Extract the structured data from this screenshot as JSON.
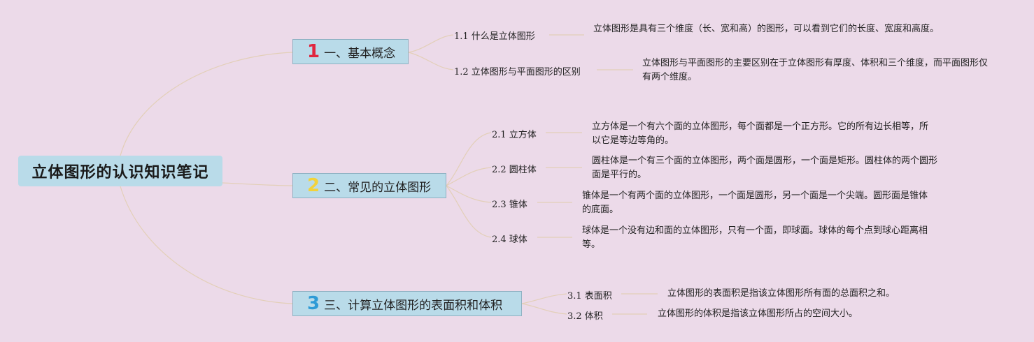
{
  "root": {
    "title": "立体图形的认识知识笔记"
  },
  "sections": [
    {
      "number": "1",
      "number_color": "#e0263f",
      "title": "一、基本概念",
      "items": [
        {
          "label": "1.1 什么是立体图形",
          "desc": "立体图形是具有三个维度（长、宽和高）的图形，可以看到它们的长度、宽度和高度。"
        },
        {
          "label": "1.2 立体图形与平面图形的区别",
          "desc": "立体图形与平面图形的主要区别在于立体图形有厚度、体积和三个维度，而平面图形仅有两个维度。"
        }
      ]
    },
    {
      "number": "2",
      "number_color": "#f3d23a",
      "title": "二、常见的立体图形",
      "items": [
        {
          "label": "2.1 立方体",
          "desc": "立方体是一个有六个面的立体图形，每个面都是一个正方形。它的所有边长相等，所以它是等边等角的。"
        },
        {
          "label": "2.2 圆柱体",
          "desc": "圆柱体是一个有三个面的立体图形，两个面是圆形，一个面是矩形。圆柱体的两个圆形面是平行的。"
        },
        {
          "label": "2.3 锥体",
          "desc": "锥体是一个有两个面的立体图形，一个面是圆形，另一个面是一个尖端。圆形面是锥体的底面。"
        },
        {
          "label": "2.4 球体",
          "desc": "球体是一个没有边和面的立体图形，只有一个面，即球面。球体的每个点到球心距离相等。"
        }
      ]
    },
    {
      "number": "3",
      "number_color": "#2e9bd6",
      "title": "三、计算立体图形的表面积和体积",
      "items": [
        {
          "label": "3.1 表面积",
          "desc": "立体图形的表面积是指该立体图形所有面的总面积之和。"
        },
        {
          "label": "3.2 体积",
          "desc": "立体图形的体积是指该立体图形所占的空间大小。"
        }
      ]
    }
  ],
  "colors": {
    "background": "#ecdae9",
    "node": "#b9dbe9",
    "line": "#e3cfb8"
  }
}
